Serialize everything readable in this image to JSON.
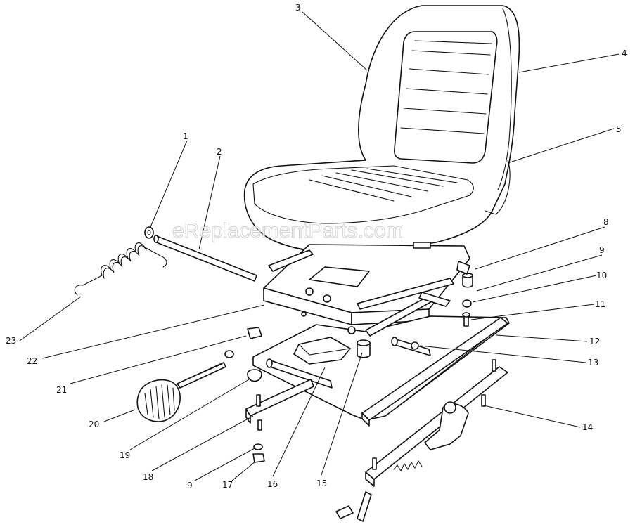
{
  "watermark": "eReplacementParts.com",
  "callouts": [
    {
      "id": "c1",
      "text": "1"
    },
    {
      "id": "c2",
      "text": "2"
    },
    {
      "id": "c3",
      "text": "3"
    },
    {
      "id": "c4",
      "text": "4"
    },
    {
      "id": "c5",
      "text": "5"
    },
    {
      "id": "c8",
      "text": "8"
    },
    {
      "id": "c9a",
      "text": "9"
    },
    {
      "id": "c10",
      "text": "10"
    },
    {
      "id": "c11",
      "text": "11"
    },
    {
      "id": "c12",
      "text": "12"
    },
    {
      "id": "c13",
      "text": "13"
    },
    {
      "id": "c14",
      "text": "14"
    },
    {
      "id": "c15",
      "text": "15"
    },
    {
      "id": "c16",
      "text": "16"
    },
    {
      "id": "c17",
      "text": "17"
    },
    {
      "id": "c9b",
      "text": "9"
    },
    {
      "id": "c18",
      "text": "18"
    },
    {
      "id": "c19",
      "text": "19"
    },
    {
      "id": "c20",
      "text": "20"
    },
    {
      "id": "c21",
      "text": "21"
    },
    {
      "id": "c22",
      "text": "22"
    },
    {
      "id": "c23",
      "text": "23"
    }
  ]
}
